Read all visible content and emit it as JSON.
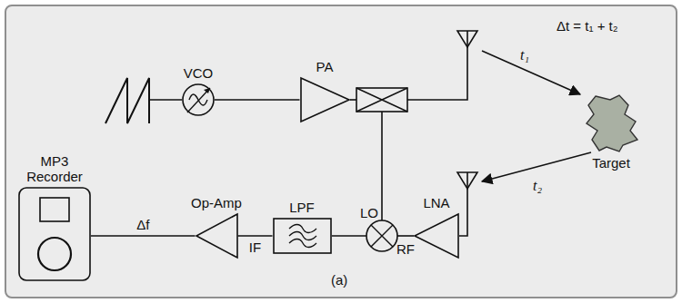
{
  "diagram": {
    "nodes": [
      {
        "text": [
          "VCO"
        ]
      },
      {
        "text": [
          "PA"
        ]
      },
      {
        "text": [
          "Target"
        ]
      },
      {
        "text": [
          "MP3 Recorder"
        ]
      },
      {
        "text": [
          "Op-Amp"
        ]
      },
      {
        "text": [
          "LPF"
        ]
      },
      {
        "text": [
          "LNA"
        ]
      }
    ],
    "edges": [
      {
        "from": 0,
        "to": 1,
        "arrow": "none"
      },
      {
        "from": 5,
        "to": 4,
        "label": "IF",
        "arrow": "none"
      },
      {
        "from": 4,
        "to": 3,
        "label": "Δf",
        "arrow": "none"
      }
    ],
    "labels": [
      "Δt = t₁ + t₂",
      "t₁",
      "t₂",
      "LO",
      "RF",
      "(a)"
    ]
  }
}
